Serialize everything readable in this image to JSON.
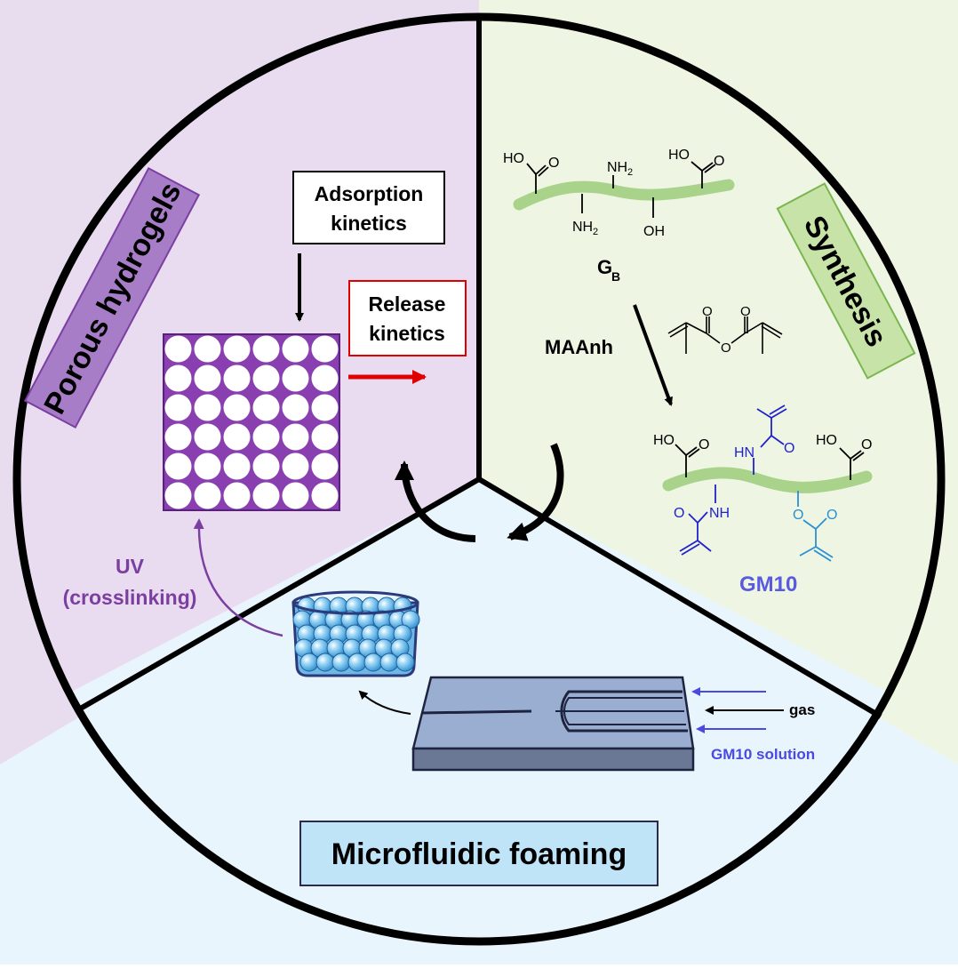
{
  "sections": {
    "porous": "Porous hydrogels",
    "synthesis": "Synthesis",
    "foaming": "Microfluidic foaming"
  },
  "labels": {
    "adsorption_line1": "Adsorption",
    "adsorption_line2": "kinetics",
    "release_line1": "Release",
    "release_line2": "kinetics",
    "uv_line1": "UV",
    "uv_line2": "(crosslinking)",
    "gas": "gas",
    "gm10_solution": "GM10 solution",
    "maanh": "MAAnh",
    "gm10": "GM10",
    "gb_main": "G",
    "gb_sub": "B"
  },
  "chem": {
    "ho": "HO",
    "o": "O",
    "nh2": "NH",
    "two": "2",
    "oh": "OH",
    "nh": "NH",
    "hn": "HN"
  },
  "colors": {
    "purple_bg": "#e8dcef",
    "green_bg": "#eef6e3",
    "blue_bg": "#e9f5fc",
    "purple": "#7a3fa0",
    "green_strand": "#a9d28a",
    "blue_chem": "#2222cc",
    "light_blue_chem": "#2a8fd4",
    "red": "#e00000",
    "gm10_text": "#5a5ae0"
  }
}
